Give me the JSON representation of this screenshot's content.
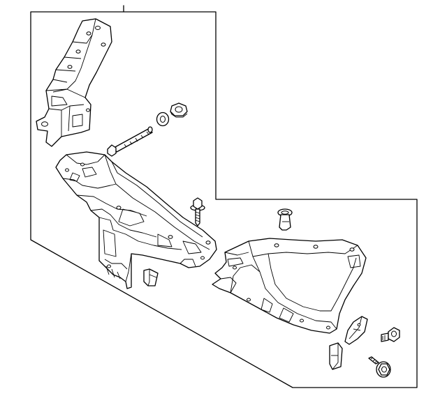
{
  "diagram": {
    "kind": "exploded parts diagram",
    "colors": {
      "line": "#000000",
      "background": "#ffffff"
    },
    "parts": [
      "upper-bracket",
      "radiator-support",
      "long-bolt",
      "flat-washer",
      "flange-nut",
      "flange-bolt",
      "push-clip",
      "small-clip-left",
      "headlamp-bracket",
      "retainer-clip",
      "small-screw",
      "spacer-clip",
      "washer-bolt"
    ]
  }
}
